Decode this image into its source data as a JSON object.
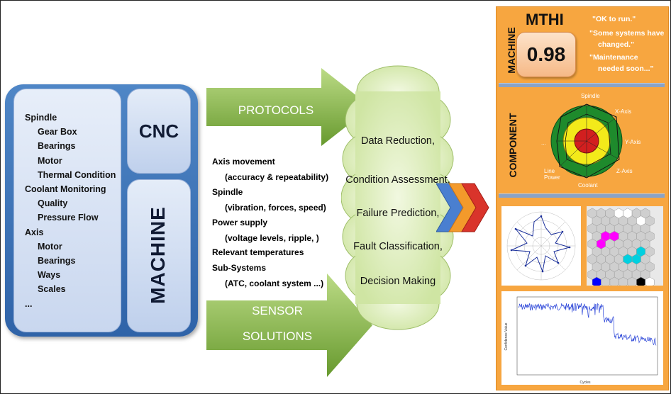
{
  "machine": {
    "cnc_label": "CNC",
    "machine_label": "MACHINE",
    "items": [
      {
        "text": "Spindle",
        "level": 0
      },
      {
        "text": "Gear Box",
        "level": 1
      },
      {
        "text": "Bearings",
        "level": 1
      },
      {
        "text": "Motor",
        "level": 1
      },
      {
        "text": "Thermal Condition",
        "level": 1
      },
      {
        "text": "Coolant Monitoring",
        "level": 0
      },
      {
        "text": "Quality",
        "level": 1
      },
      {
        "text": "Pressure Flow",
        "level": 1
      },
      {
        "text": "Axis",
        "level": 0
      },
      {
        "text": "Motor",
        "level": 1
      },
      {
        "text": "Bearings",
        "level": 1
      },
      {
        "text": "Ways",
        "level": 1
      },
      {
        "text": "Scales",
        "level": 1
      },
      {
        "text": "...",
        "level": 0
      }
    ]
  },
  "protocols_label": "PROTOCOLS",
  "sensor_label_line1": "SENSOR",
  "sensor_label_line2": "SOLUTIONS",
  "measurements": [
    {
      "text": "Axis movement",
      "level": 0
    },
    {
      "text": "(accuracy & repeatability)",
      "level": 1
    },
    {
      "text": "Spindle",
      "level": 0
    },
    {
      "text": "(vibration, forces, speed)",
      "level": 1
    },
    {
      "text": "Power supply",
      "level": 0
    },
    {
      "text": "(voltage levels, ripple, )",
      "level": 1
    },
    {
      "text": "Relevant temperatures",
      "level": 0
    },
    {
      "text": "Sub-Systems",
      "level": 0
    },
    {
      "text": "(ATC, coolant system ...)",
      "level": 1
    }
  ],
  "cloud": {
    "items": [
      "Data Reduction,",
      "Condition Assessment,",
      "Failure Prediction,",
      "Fault Classification,",
      "Decision Making"
    ]
  },
  "right_panel": {
    "machine_section_label": "MACHINE",
    "component_section_label": "COMPONENT",
    "mthi_title": "MTHI",
    "mthi_value": "0.98",
    "quotes": [
      "\"OK to run.\"",
      "\"Some systems have",
      "changed.\"",
      "\"Maintenance",
      "needed soon...\""
    ],
    "radar_labels": {
      "spindle": "Spindle",
      "x_axis": "X-Axis",
      "y_axis": "Y-Axis",
      "z_axis": "Z-Axis",
      "coolant": "Coolant",
      "line_power": "Line\nPower",
      "dots": "..."
    },
    "trend_xlabel": "Cycles",
    "trend_ylabel": "Confidence Value"
  },
  "colors": {
    "machine_blue": "#2f63a8",
    "arrow_green": "#6b9f2b",
    "cloud_green": "#dcedb8",
    "panel_orange": "#f7a640",
    "chevron_blue": "#4a7fd0",
    "chevron_orange": "#f39a2b",
    "chevron_red": "#d9342b"
  }
}
